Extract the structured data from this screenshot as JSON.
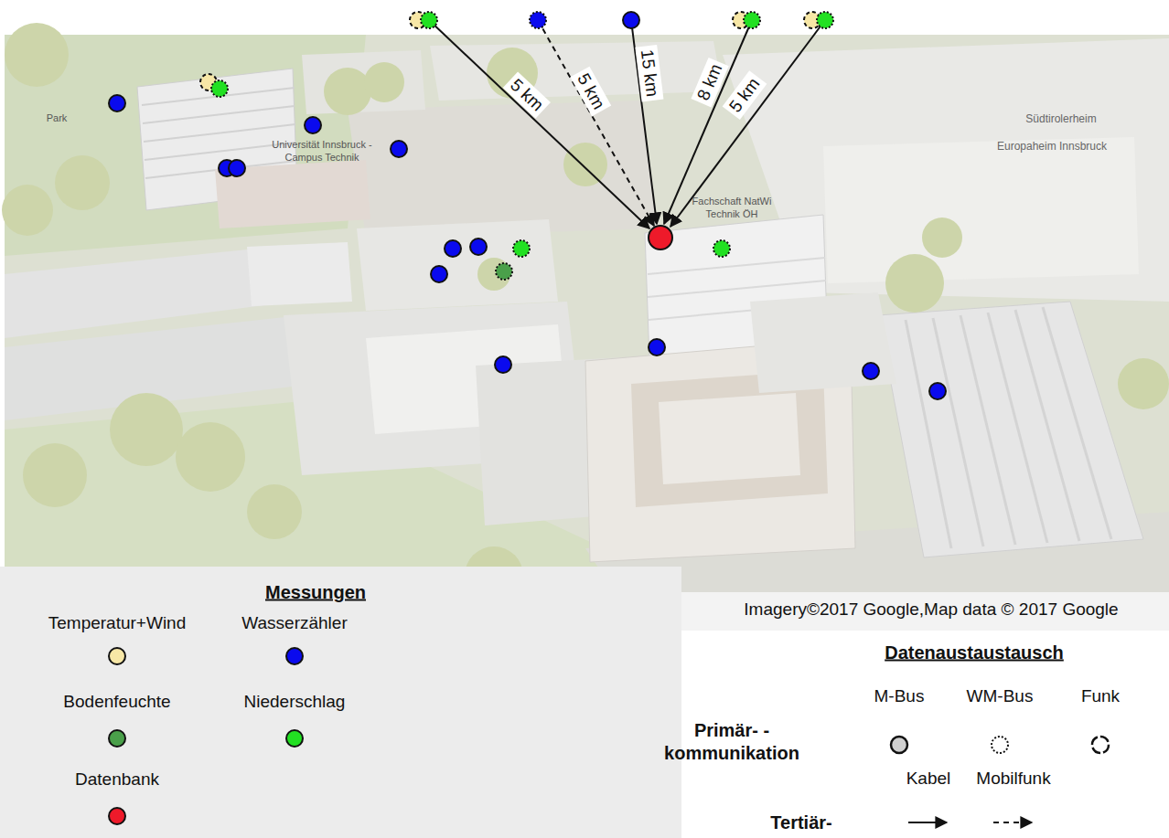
{
  "diagram": {
    "labels": [
      "5 km",
      "5 km",
      "15 km",
      "8 km",
      "5 km",
      "Park",
      "Universität Innsbruck - Campus Technik",
      "Fachschaft NatWi Technik ÖH",
      "Europaheim Innsbruck",
      "Südtirolerheim",
      "Imagery©2017 Google,Map data © 2017 Google",
      "Messungen",
      "Datenaustaustausch",
      "Primär- -kommunikation",
      "Tertiär-"
    ],
    "legend": [
      {
        "text": "Temperatur+Wind",
        "color": "#f7e7a6"
      },
      {
        "text": "Wasserzähler",
        "color": "#0a0aee"
      },
      {
        "text": "Bodenfeuchte",
        "color": "#4aa04a"
      },
      {
        "text": "Niederschlag",
        "color": "#22e022"
      },
      {
        "text": "Datenbank",
        "color": "#ee1a2a"
      },
      {
        "text": "M-Bus"
      },
      {
        "text": "WM-Bus"
      },
      {
        "text": "Funk"
      },
      {
        "text": "Kabel"
      },
      {
        "text": "Mobilfunk"
      }
    ]
  }
}
